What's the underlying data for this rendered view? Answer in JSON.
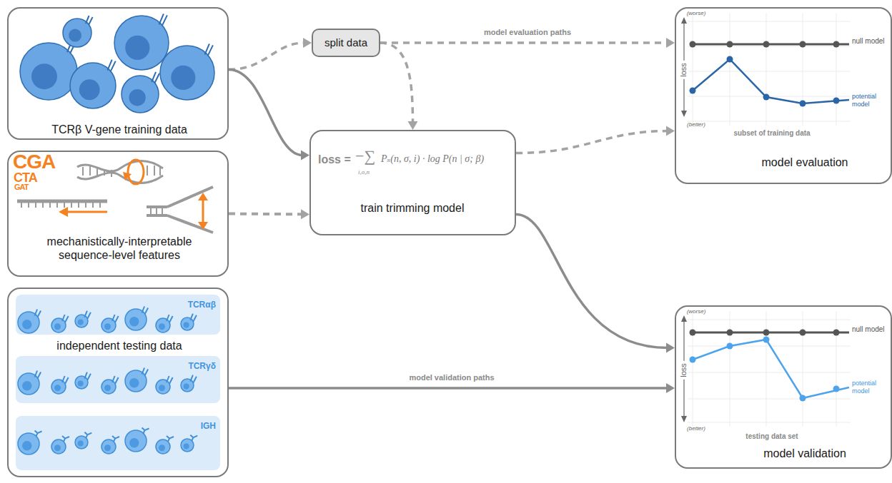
{
  "diagram": {
    "nodes": [
      {
        "text": [
          "TCRβ V-gene training data"
        ]
      },
      {
        "text": [
          "mechanistically-interpretable sequence-level features"
        ]
      },
      {
        "text": [
          "independent testing data"
        ]
      },
      {
        "text": [
          "TCRαβ"
        ],
        "in": 2
      },
      {
        "text": [
          "TCRγδ"
        ],
        "in": 2
      },
      {
        "text": [
          "IGH"
        ],
        "in": 2
      },
      {
        "text": [
          "split data"
        ]
      },
      {
        "text": [
          "loss =",
          "−∑",
          "i,σ,n",
          "Pₛ(n, σ, i) · log P(n | σ; β)",
          "train trimming model"
        ]
      },
      {
        "text": [
          "(worse)",
          "loss",
          "(better)",
          "subset of training data",
          "null model",
          "potential model",
          "model evaluation"
        ]
      },
      {
        "text": [
          "(worse)",
          "loss",
          "(better)",
          "testing data set",
          "null model",
          "potential model",
          "model validation"
        ]
      }
    ],
    "edges": [
      {
        "from": 0,
        "to": 6,
        "arrow": "to"
      },
      {
        "from": 0,
        "to": 7,
        "arrow": "to"
      },
      {
        "from": 1,
        "to": 7,
        "arrow": "to"
      },
      {
        "from": 6,
        "to": 7,
        "arrow": "to"
      },
      {
        "from": 6,
        "to": 8,
        "label": "model evaluation paths",
        "arrow": "to"
      },
      {
        "from": 7,
        "to": 8,
        "arrow": "to"
      },
      {
        "from": 7,
        "to": 9,
        "arrow": "to"
      },
      {
        "from": 2,
        "to": 9,
        "label": "model validation paths",
        "arrow": "to"
      }
    ],
    "labels": [
      "CGA",
      "CTA",
      "GAT"
    ]
  }
}
